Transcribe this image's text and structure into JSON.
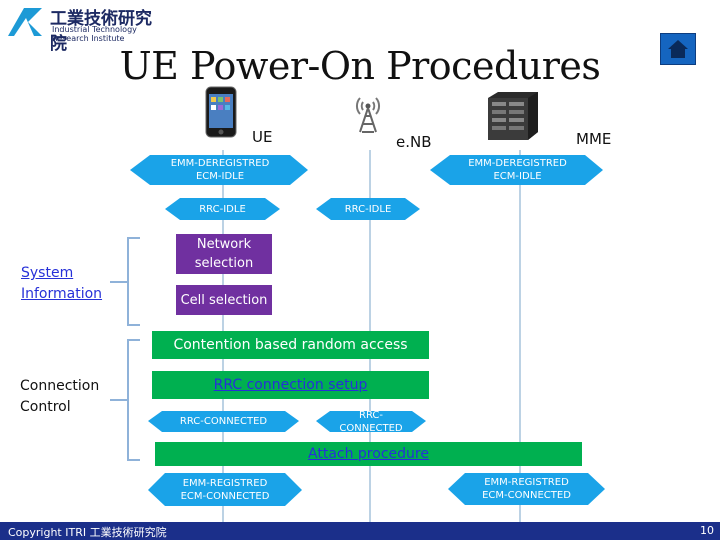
{
  "logo": {
    "name": "工業技術研究院",
    "sub_line_1": "Industrial Technology",
    "sub_line_2": "Research Institute"
  },
  "title": "UE Power-On Procedures",
  "lanes": {
    "ue": "UE",
    "enb": "e.NB",
    "mme": "MME"
  },
  "states": {
    "ue_emm": [
      "EMM-DEREGISTRED",
      "ECM-IDLE"
    ],
    "mme_emm": [
      "EMM-DEREGISTRED",
      "ECM-IDLE"
    ],
    "ue_rrc_idle": "RRC-IDLE",
    "enb_rrc_idle": "RRC-IDLE",
    "ue_rrc_connected": "RRC-CONNECTED",
    "enb_rrc_connected": "RRC-CONNECTED",
    "ue_emm_registered": [
      "EMM-REGISTRED",
      "ECM-CONNECTED"
    ],
    "mme_emm_registered": [
      "EMM-REGISTRED",
      "ECM-CONNECTED"
    ]
  },
  "steps": {
    "network_selection": [
      "Network",
      "selection"
    ],
    "cell_selection": "Cell selection",
    "random_access": "Contention based random access",
    "rrc_setup": "RRC connection setup",
    "attach": "Attach procedure"
  },
  "side_labels": {
    "system_information": [
      "System",
      "Information"
    ],
    "connection_control": [
      "Connection",
      "Control"
    ]
  },
  "footer": {
    "copyright": "Copyright  ITRI 工業技術研究院",
    "page_number": "10"
  },
  "colors": {
    "hexagon": "#1aa3e8",
    "purple": "#7030a0",
    "green": "#00b050",
    "footer_bar": "#1b2f8a",
    "link": "#2630d8"
  }
}
